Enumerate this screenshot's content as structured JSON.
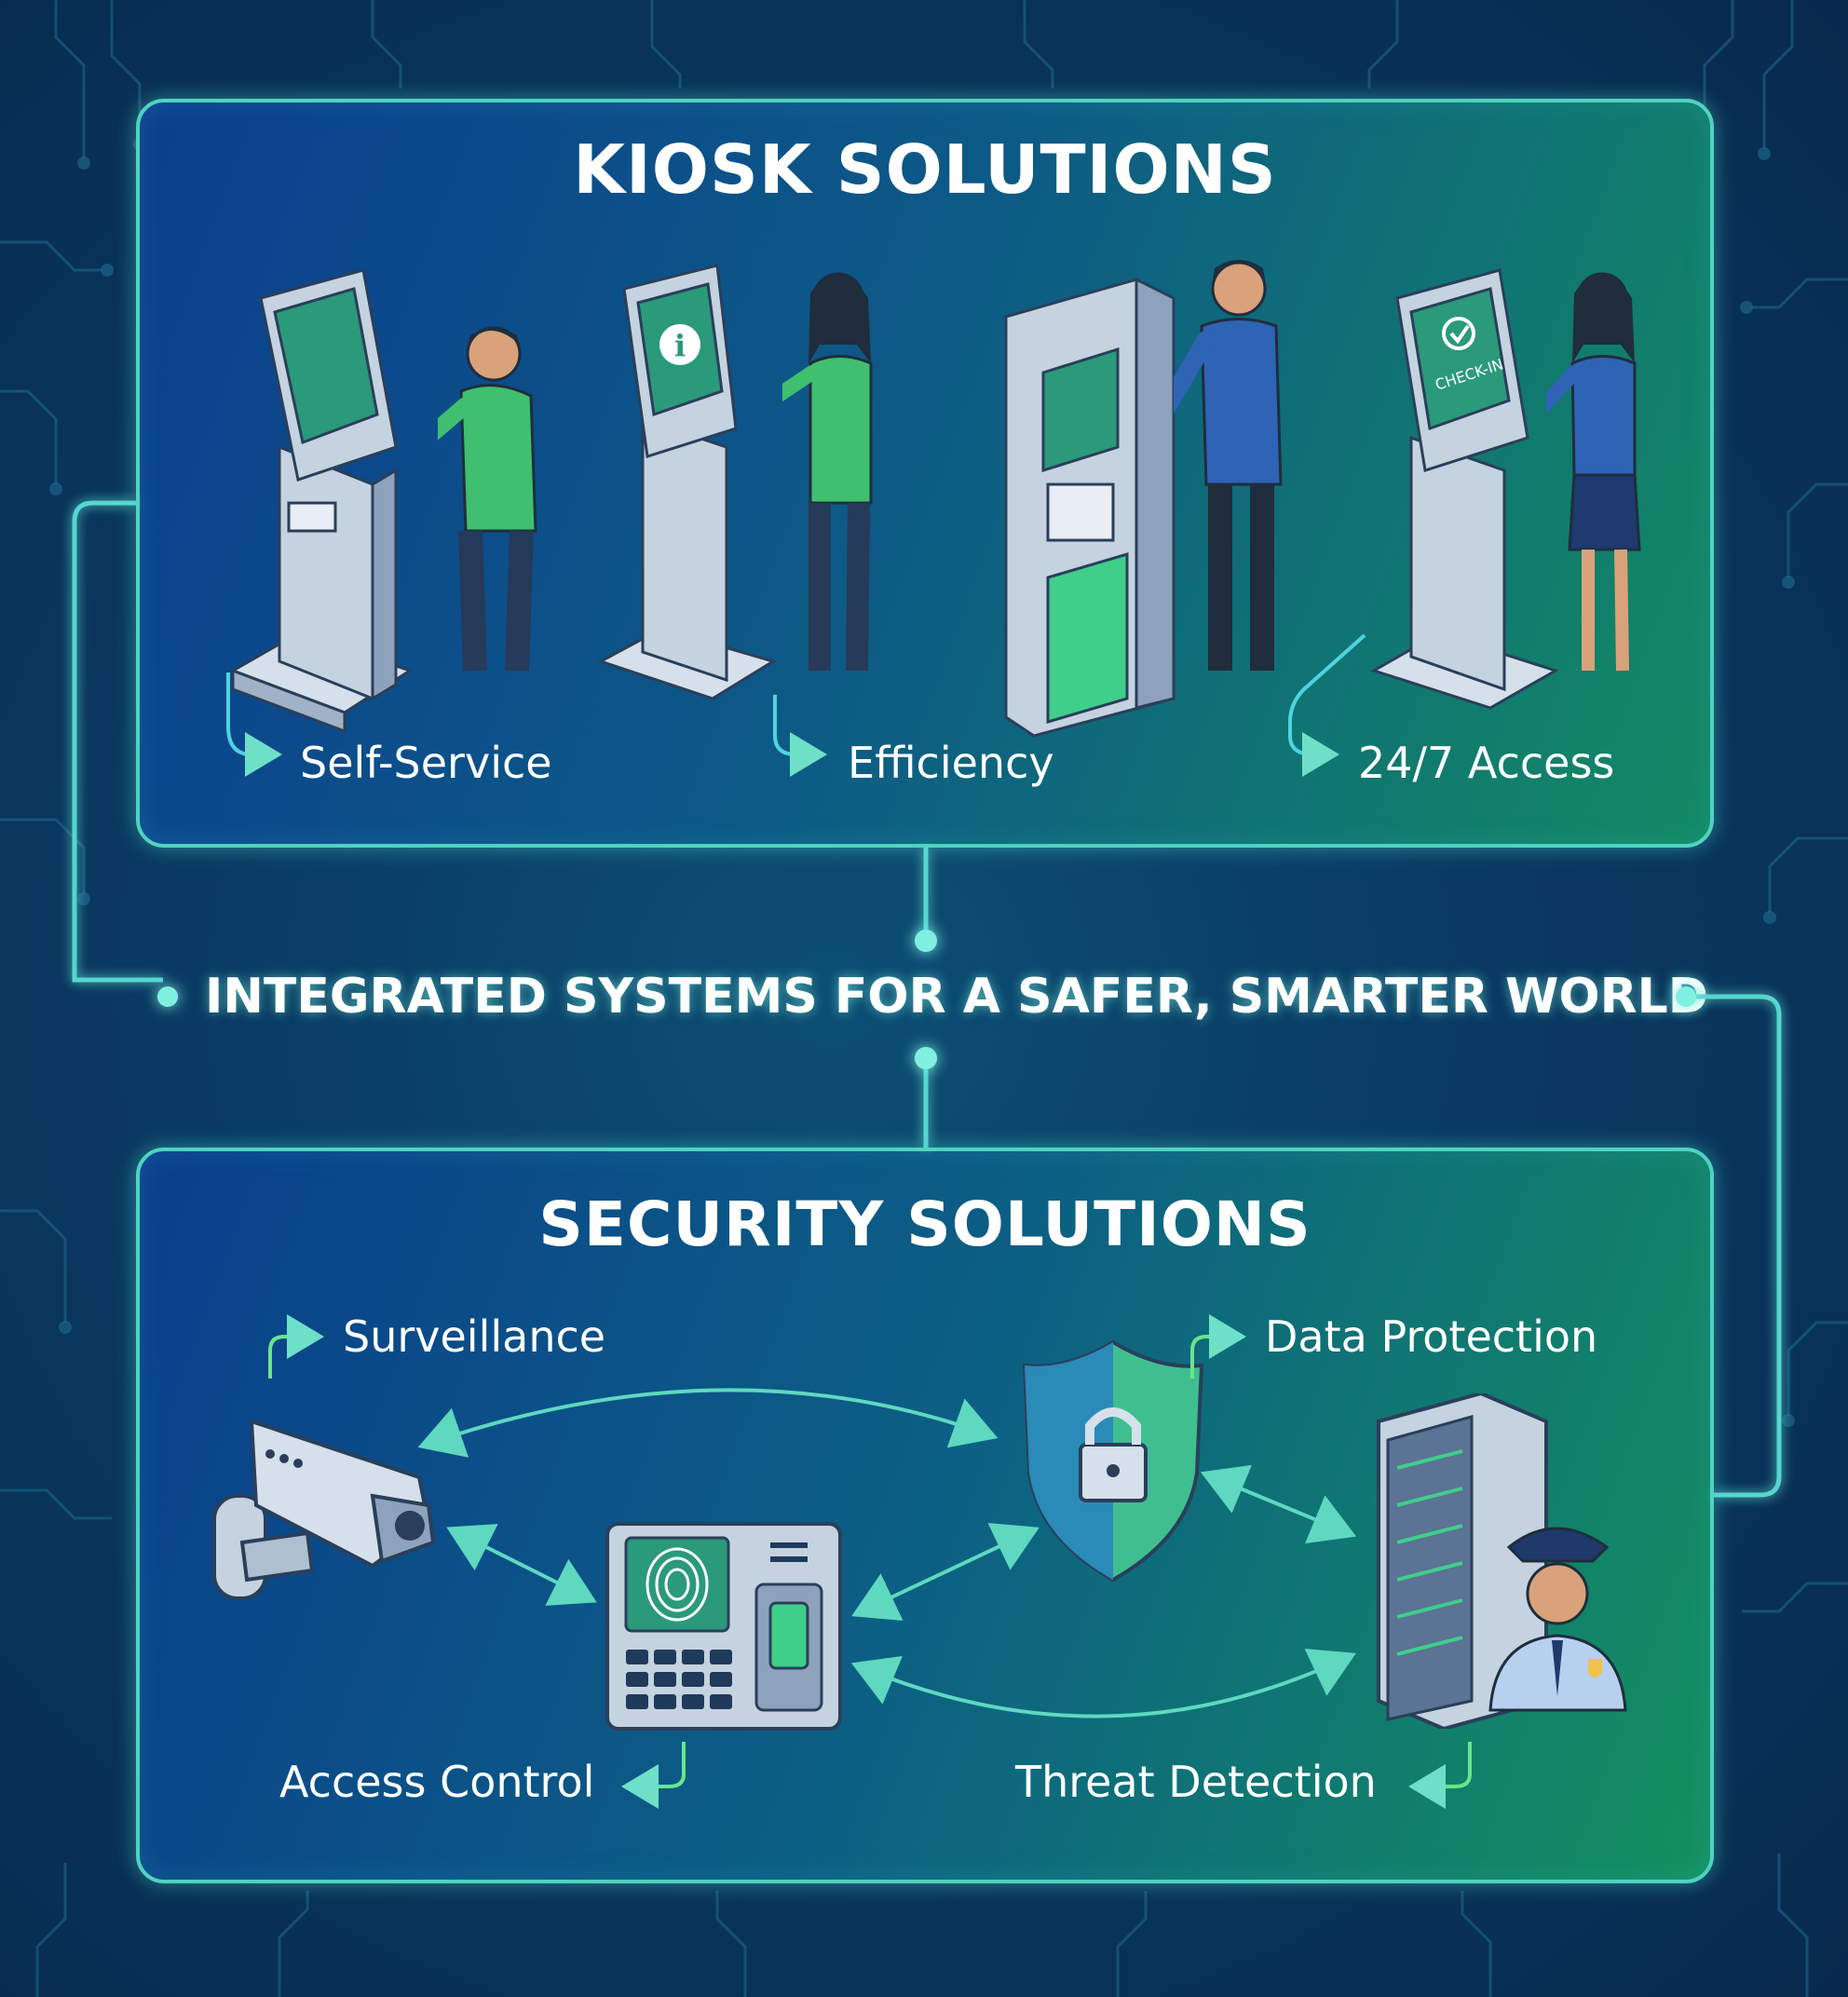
{
  "kiosk": {
    "title": "KIOSK SOLUTIONS",
    "benefits": [
      "Self-Service",
      "Efficiency",
      "24/7 Access"
    ],
    "screens": {
      "checkin": "CHECK-IN"
    }
  },
  "tagline": "INTEGRATED SYSTEMS FOR A SAFER, SMARTER WORLD",
  "security": {
    "title": "SECURITY SOLUTIONS",
    "features": {
      "surveillance": "Surveillance",
      "data_protection": "Data Protection",
      "access_control": "Access Control",
      "threat_detection": "Threat Detection"
    }
  },
  "colors": {
    "accent_cyan": "#4fd3e0",
    "accent_green": "#6be58a",
    "panel_blue": "#0b3f8f",
    "panel_green": "#138a63"
  },
  "icons": [
    "cctv-camera-icon",
    "fingerprint-reader-icon",
    "shield-lock-icon",
    "server-rack-icon",
    "security-guard-icon"
  ]
}
